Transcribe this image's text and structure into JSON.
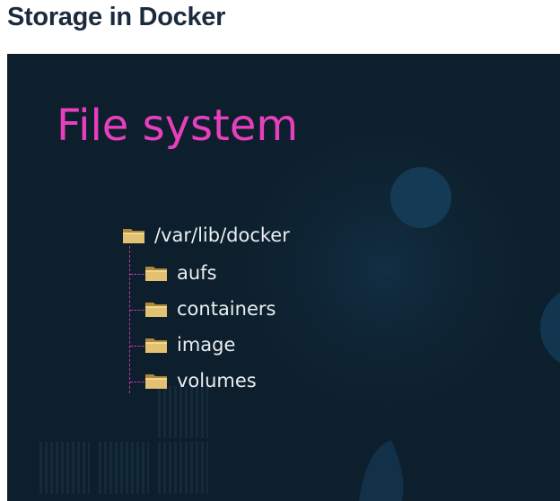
{
  "page": {
    "heading": "Storage in Docker"
  },
  "slide": {
    "title": "File system",
    "title_color": "#e83fbf",
    "background_color": "#0d1f2c",
    "tree": {
      "root": {
        "label": "/var/lib/docker",
        "icon": "folder-icon"
      },
      "children": [
        {
          "label": "aufs",
          "icon": "folder-icon"
        },
        {
          "label": "containers",
          "icon": "folder-icon"
        },
        {
          "label": "image",
          "icon": "folder-icon"
        },
        {
          "label": "volumes",
          "icon": "folder-icon"
        }
      ]
    }
  }
}
